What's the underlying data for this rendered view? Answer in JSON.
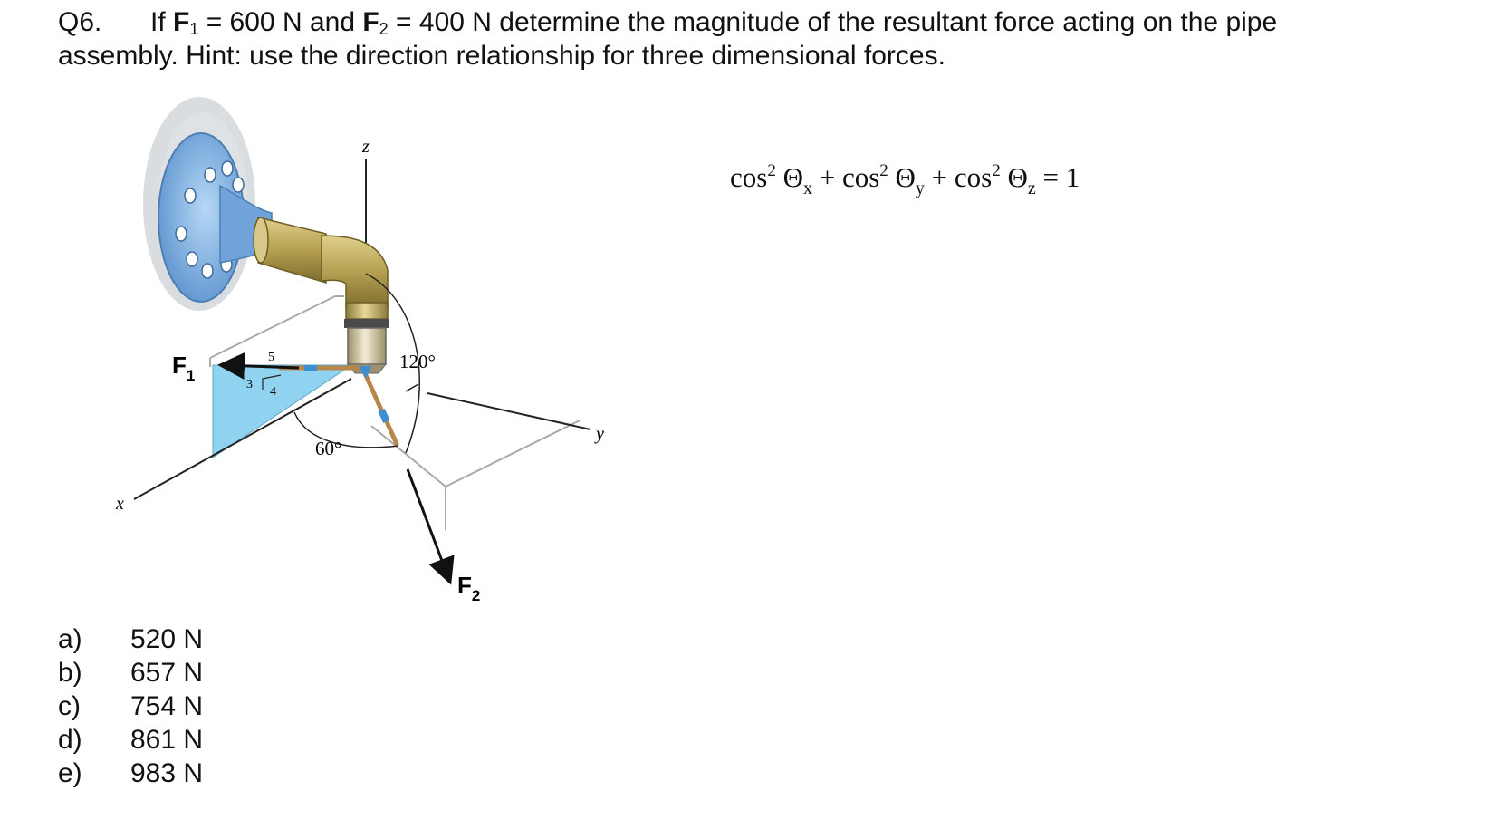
{
  "question": {
    "number": "Q6.",
    "text_if": "If",
    "f1_symbol": "F",
    "f1_sub": "1",
    "f1_value": "= 600 N and",
    "f2_symbol": "F",
    "f2_sub": "2",
    "f2_value": "= 400 N determine the magnitude of the resultant force acting on the pipe",
    "line2": "assembly. Hint: use the direction relationship for three dimensional forces."
  },
  "formula": {
    "cos": "cos",
    "power": "2",
    "theta": "Θ",
    "sub_x": "x",
    "sub_y": "y",
    "sub_z": "z",
    "plus": "+",
    "equals": "= 1"
  },
  "figure": {
    "axis_z": "z",
    "axis_y": "y",
    "axis_x": "x",
    "f1_label": "F",
    "f1_sub": "1",
    "f2_label": "F",
    "f2_sub": "2",
    "angle_120": "120°",
    "angle_60": "60°",
    "slope_5": "5",
    "slope_3": "3",
    "slope_4": "4"
  },
  "options": [
    {
      "letter": "a)",
      "value": "520 N"
    },
    {
      "letter": "b)",
      "value": "657 N"
    },
    {
      "letter": "c)",
      "value": "754 N"
    },
    {
      "letter": "d)",
      "value": "861 N"
    },
    {
      "letter": "e)",
      "value": "983 N"
    }
  ],
  "colors": {
    "flange_blue": "#7fb2e5",
    "pipe_gold": "#b5a052",
    "plane_blue": "#8fd3f0",
    "rope": "#b8864a"
  }
}
